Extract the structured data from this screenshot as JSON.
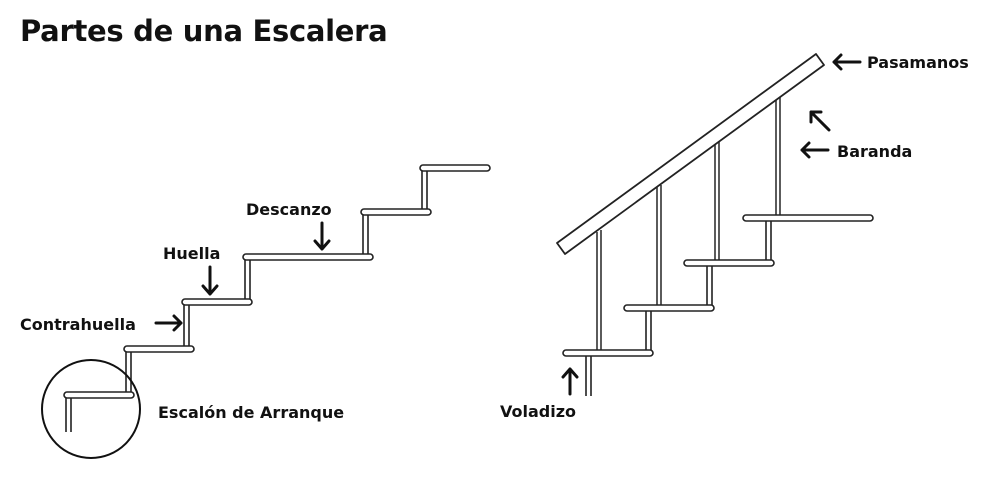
{
  "title": "Partes de una Escalera",
  "labels": {
    "descanzo": "Descanzo",
    "huella": "Huella",
    "contrahuella": "Contrahuella",
    "escalon_arranque": "Escalón de Arranque",
    "pasamanos": "Pasamanos",
    "baranda": "Baranda",
    "voladizo": "Voladizo"
  }
}
